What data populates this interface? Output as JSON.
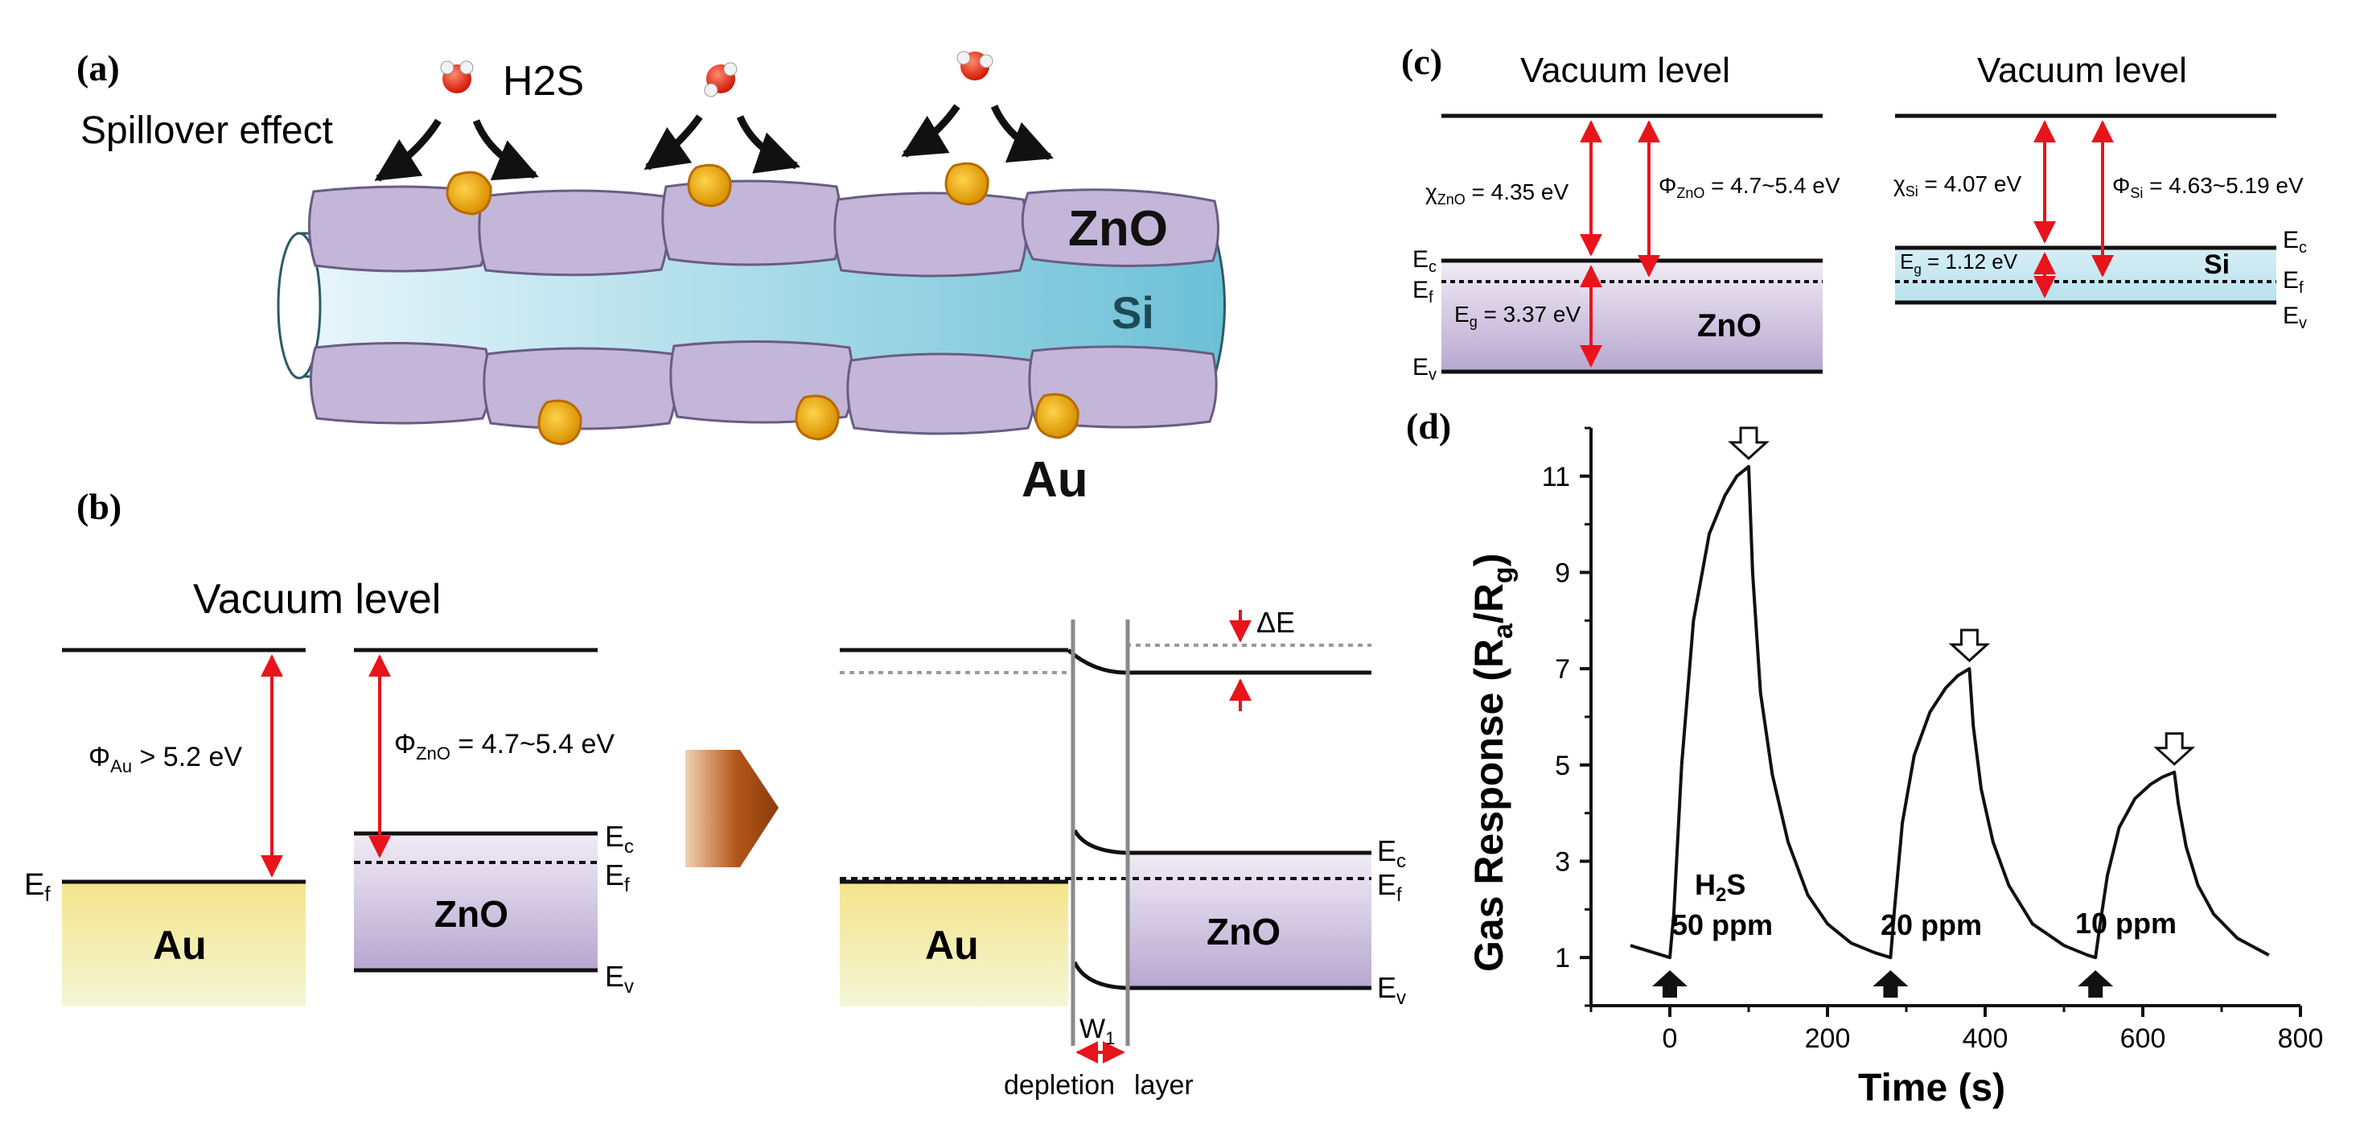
{
  "panel_a": {
    "label": "(a)",
    "spillover": "Spillover effect",
    "gas": "H2S",
    "zno": "ZnO",
    "si": "Si",
    "au": "Au"
  },
  "panel_b": {
    "label": "(b)",
    "vacuum": "Vacuum level",
    "phi_au": "Φ",
    "phi_au_sub": "Au",
    "phi_au_val": " > 5.2 eV",
    "phi_zno": "Φ",
    "phi_zno_sub": "ZnO",
    "phi_zno_val": " = 4.7~5.4 eV",
    "ef": "E",
    "ef_sub": "f",
    "ec": "E",
    "ec_sub": "c",
    "ev": "E",
    "ev_sub": "v",
    "au": "Au",
    "zno": "ZnO",
    "delta_e": "ΔE",
    "w": "W",
    "w_sub": "1",
    "depletion": "depletion",
    "layer": "layer"
  },
  "panel_c": {
    "label": "(c)",
    "vacuum_left": "Vacuum level",
    "vacuum_right": "Vacuum level",
    "chi_zno": "χ",
    "chi_zno_sub": "ZnO",
    "chi_zno_val": " = 4.35 eV",
    "phi_zno": "Φ",
    "phi_zno_sub": "ZnO",
    "phi_zno_val": " = 4.7~5.4 eV",
    "eg_zno": "E",
    "eg_zno_sub": "g",
    "eg_zno_val": " = 3.37 eV",
    "zno": "ZnO",
    "chi_si": "χ",
    "chi_si_sub": "Si",
    "chi_si_val": " = 4.07 eV",
    "phi_si": "Φ",
    "phi_si_sub": "Si",
    "phi_si_val": " = 4.63~5.19 eV",
    "eg_si": "E",
    "eg_si_sub": "g",
    "eg_si_val": " = 1.12 eV",
    "si": "Si",
    "ec": "E",
    "ec_sub": "c",
    "ef": "E",
    "ef_sub": "f",
    "ev": "E",
    "ev_sub": "v"
  },
  "panel_d": {
    "label": "(d)",
    "ylabel_main": "Gas Response (R",
    "ylabel_a": "a",
    "ylabel_mid": "/R",
    "ylabel_g": "g",
    "ylabel_end": ")",
    "xlabel": "Time (s)",
    "gas_h": "H",
    "gas_sub": "2",
    "gas_s": "S",
    "conc_50": "50 ppm",
    "conc_20": "20 ppm",
    "conc_10": "10 ppm"
  },
  "chart_data": {
    "type": "line",
    "title": "",
    "xlabel": "Time (s)",
    "ylabel": "Gas Response (Ra/Rg)",
    "xlim": [
      -100,
      800
    ],
    "ylim": [
      0,
      12
    ],
    "xticks": [
      "0",
      "200",
      "400",
      "600",
      "800"
    ],
    "yticks": [
      "1",
      "3",
      "5",
      "7",
      "9",
      "11"
    ],
    "series": [
      {
        "x": [
          -50,
          -20,
          0,
          5,
          15,
          30,
          50,
          70,
          85,
          100,
          105,
          115,
          130,
          150,
          175,
          200,
          230,
          260,
          280,
          285,
          295,
          310,
          330,
          350,
          365,
          380,
          385,
          395,
          410,
          430,
          460,
          500,
          530,
          540,
          545,
          555,
          570,
          590,
          610,
          625,
          640,
          645,
          655,
          670,
          690,
          720,
          760
        ],
        "y": [
          1.25,
          1.1,
          1.0,
          1.9,
          5.0,
          8.0,
          9.8,
          10.6,
          11.0,
          11.2,
          9.0,
          6.5,
          4.8,
          3.4,
          2.3,
          1.7,
          1.3,
          1.1,
          1.0,
          2.0,
          3.8,
          5.2,
          6.1,
          6.6,
          6.85,
          7.0,
          5.8,
          4.5,
          3.4,
          2.5,
          1.7,
          1.25,
          1.05,
          1.0,
          1.6,
          2.7,
          3.7,
          4.3,
          4.6,
          4.75,
          4.85,
          4.2,
          3.3,
          2.5,
          1.9,
          1.4,
          1.05
        ]
      }
    ],
    "annotations": [
      "H2S 50 ppm",
      "20 ppm",
      "10 ppm"
    ],
    "gas_on": [
      0,
      280,
      540
    ],
    "gas_off": [
      100,
      380,
      640
    ]
  }
}
